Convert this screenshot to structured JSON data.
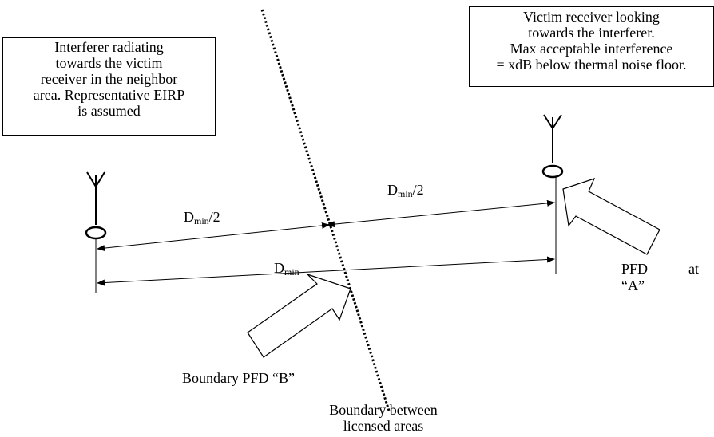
{
  "interferer_box": {
    "lines": [
      "Interferer radiating",
      "towards the victim",
      "receiver in the neighbor",
      "area. Representative EIRP",
      "is assumed"
    ]
  },
  "victim_box": {
    "lines": [
      "Victim receiver looking",
      "towards the interferer.",
      "Max acceptable interference",
      "= xdB below thermal noise floor."
    ]
  },
  "distances": {
    "half_left": {
      "base": "D",
      "sub": "min",
      "suffix": "/2"
    },
    "half_right": {
      "base": "D",
      "sub": "min",
      "suffix": "/2"
    },
    "full": {
      "base": "D",
      "sub": "min",
      "suffix": ""
    }
  },
  "pfd_a": {
    "line1_left": "PFD",
    "line1_right": "at",
    "line2": "“A”"
  },
  "pfd_b": {
    "label": "Boundary PFD “B”"
  },
  "boundary": {
    "lines": [
      "Boundary between",
      "licensed areas"
    ]
  }
}
